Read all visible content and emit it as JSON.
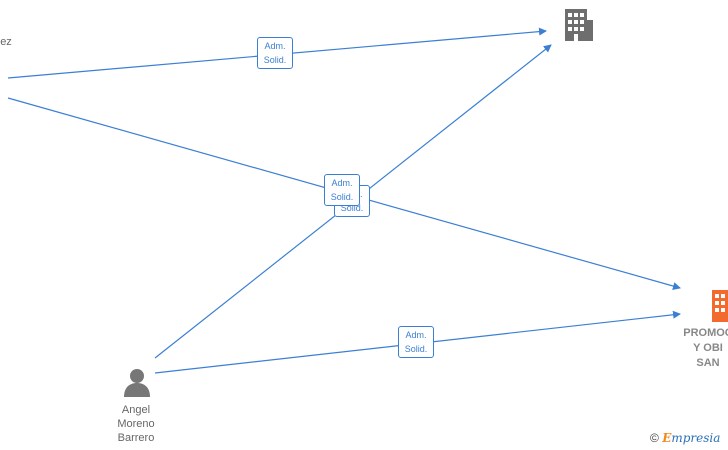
{
  "nodes": {
    "top_left_person_fragment": "ez",
    "person_bottom": {
      "lines": [
        "Angel",
        "Moreno",
        "Barrero"
      ]
    },
    "company_right": {
      "lines": [
        "PROMOC",
        "Y OBI",
        "SAN"
      ]
    }
  },
  "edges": [
    {
      "label": [
        "Adm.",
        "Solid."
      ]
    },
    {
      "label": [
        "Adm.",
        "Solid."
      ]
    },
    {
      "label": [
        "Adm.",
        "Solid."
      ]
    },
    {
      "label": [
        "Adm.",
        "Solid."
      ]
    }
  ],
  "watermark": {
    "copyright": "©",
    "brand_e": "E",
    "brand_rest": "mpresia"
  },
  "colors": {
    "edge": "#3b7fd4",
    "company_gray": "#6e6e6e",
    "company_orange": "#f26a2e",
    "person": "#777777"
  },
  "icons": {
    "company_top": "building-icon",
    "company_right": "building-icon",
    "person": "person-icon"
  }
}
